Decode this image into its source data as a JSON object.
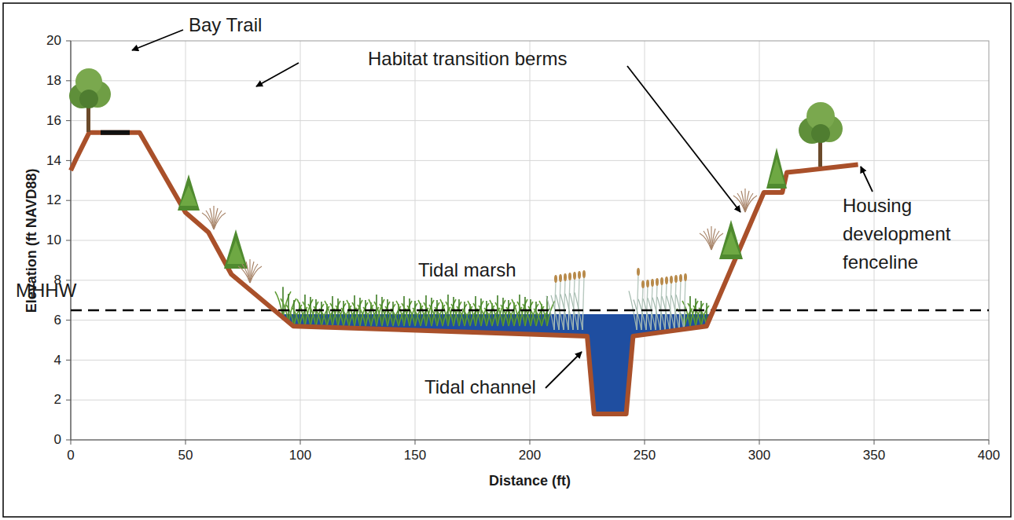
{
  "diagram": {
    "labels": [
      "Bay Trail",
      "Habitat transition berms",
      "Tidal marsh",
      "MHHW",
      "Tidal channel",
      "Housing development fenceline",
      "Elevation (ft NAVD88)",
      "Distance (ft)",
      "0",
      "2",
      "4",
      "6",
      "8",
      "10",
      "12",
      "14",
      "16",
      "18",
      "20",
      "0",
      "50",
      "100",
      "150",
      "200",
      "250",
      "300",
      "350",
      "400"
    ]
  }
}
